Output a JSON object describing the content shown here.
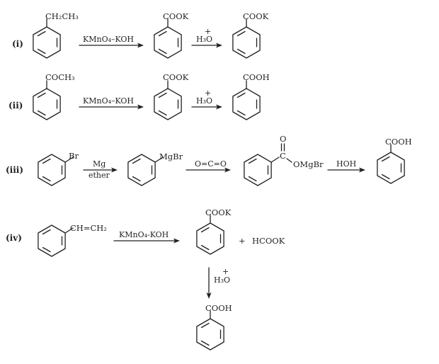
{
  "colors": {
    "ink": "#231f20",
    "background": "#ffffff"
  },
  "reaction_i": {
    "label": "(i)",
    "reactant_group": "CH₂CH₃",
    "reagent_1": "KMnO₄–KOH",
    "intermediate_group": "COOK",
    "reagent_2_plus": "+",
    "reagent_2": "H₃O",
    "product_group": "COOK"
  },
  "reaction_ii": {
    "label": "(ii)",
    "reactant_group": "COCH₃",
    "reagent_1": "KMnO₄–KOH",
    "intermediate_group": "COOK",
    "reagent_2_plus": "+",
    "reagent_2": "H₃O",
    "product_group": "COOH"
  },
  "reaction_iii": {
    "label": "(iii)",
    "reactant_group": "Br",
    "reagent_1_top": "Mg",
    "reagent_1_bottom": "ether",
    "intermediate_group": "MgBr",
    "reagent_2": "O=C=O",
    "adduct_carbonyl_o": "O",
    "adduct_carbon": "C",
    "adduct_group": "OMgBr",
    "reagent_3": "HOH",
    "product_group": "COOH"
  },
  "reaction_iv": {
    "label": "(iv)",
    "reactant_group": "CH=CH₂",
    "reagent_1": "KMnO₄-KOH",
    "intermediate_group": "COOK",
    "plus_sign": "+",
    "byproduct": "HCOOK",
    "reagent_2_plus": "+",
    "reagent_2": "H₃O",
    "product_group": "COOH"
  }
}
